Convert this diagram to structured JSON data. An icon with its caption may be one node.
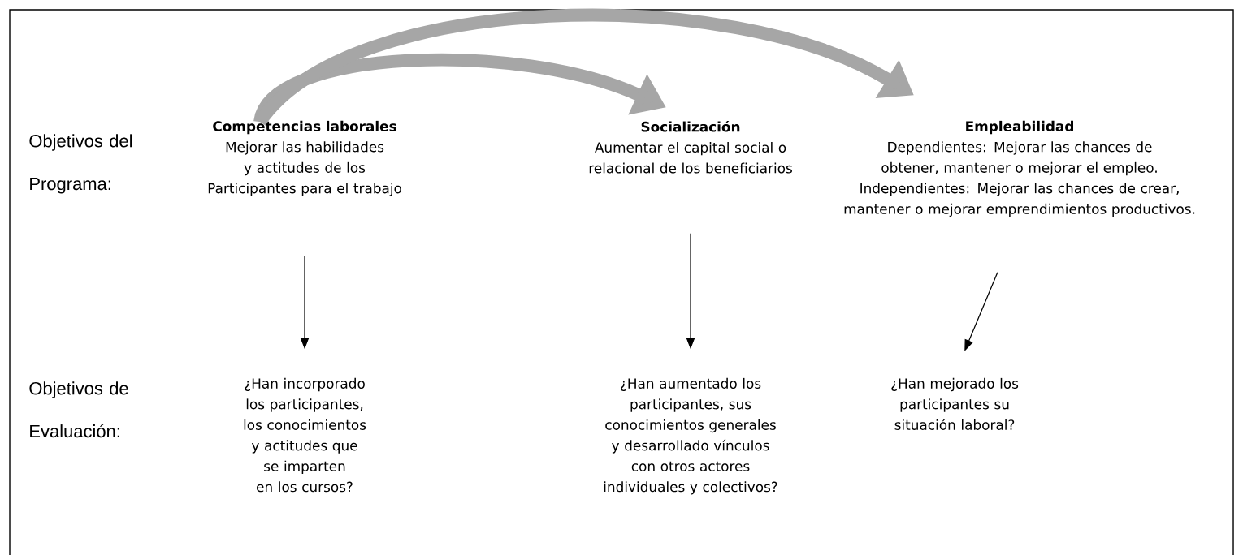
{
  "diagram": {
    "nodes": [
      {
        "text": [
          "Competencias laborales",
          "Mejorar las habilidades y actitudes de los Participantes para el trabajo"
        ]
      },
      {
        "text": [
          "Socialización",
          "Aumentar el capital social o relacional de los beneficiarios"
        ]
      },
      {
        "text": [
          "Empleabilidad",
          "Dependientes: Mejorar las chances de obtener, mantener o mejorar el empleo.",
          "Independientes: Mejorar las chances de crear, mantener o mejorar emprendimientos productivos."
        ]
      },
      {
        "text": [
          "¿Han incorporado los participantes, los conocimientos y actitudes que se imparten en los cursos?"
        ]
      },
      {
        "text": [
          "¿Han aumentado los participantes, sus conocimientos generales y desarrollado vínculos con otros actores individuales y colectivos?"
        ]
      },
      {
        "text": [
          "¿Han mejorado los participantes su situación laboral?"
        ]
      }
    ],
    "edges": [
      {
        "from": 0,
        "to": 1,
        "arrow": "to",
        "style": "thick",
        "color": "#a6a6a6"
      },
      {
        "from": 0,
        "to": 2,
        "arrow": "to",
        "style": "thick",
        "color": "#a6a6a6"
      },
      {
        "from": 0,
        "to": 3,
        "arrow": "to"
      },
      {
        "from": 1,
        "to": 4,
        "arrow": "to"
      },
      {
        "from": 2,
        "to": 5,
        "arrow": "to"
      }
    ],
    "labels": [
      "Objetivos del Programa:",
      "Objetivos de Evaluación:"
    ]
  }
}
